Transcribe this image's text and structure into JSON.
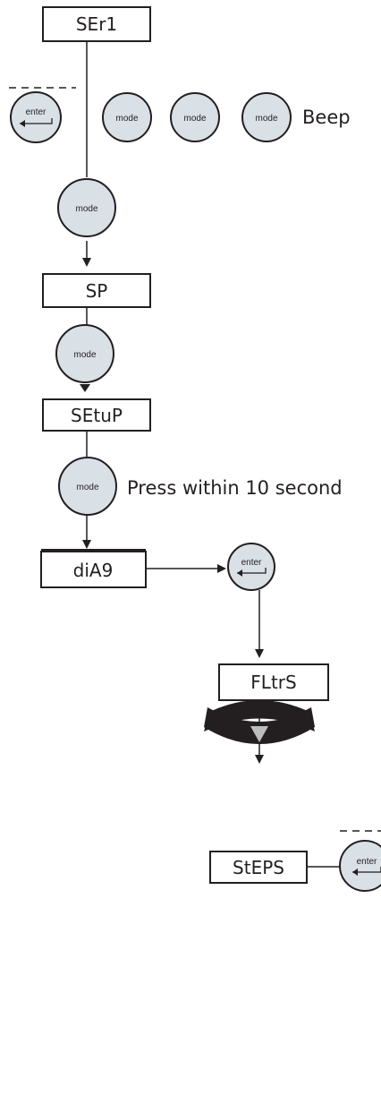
{
  "boxes": {
    "ser1": "SEr1",
    "sp": "SP",
    "setup": "SEtuP",
    "diag": "diA9",
    "fltrs": "FLtrS",
    "steps": "StEPS"
  },
  "buttons": {
    "mode_label": "mode",
    "enter_label": "enter"
  },
  "notes": {
    "beep": "Beep",
    "press_within": "Press within 10 second"
  },
  "colors": {
    "button_fill": "#d9e0e6",
    "stroke": "#231f20",
    "arc": "#231f20",
    "triangle": "#bdbdbd"
  }
}
